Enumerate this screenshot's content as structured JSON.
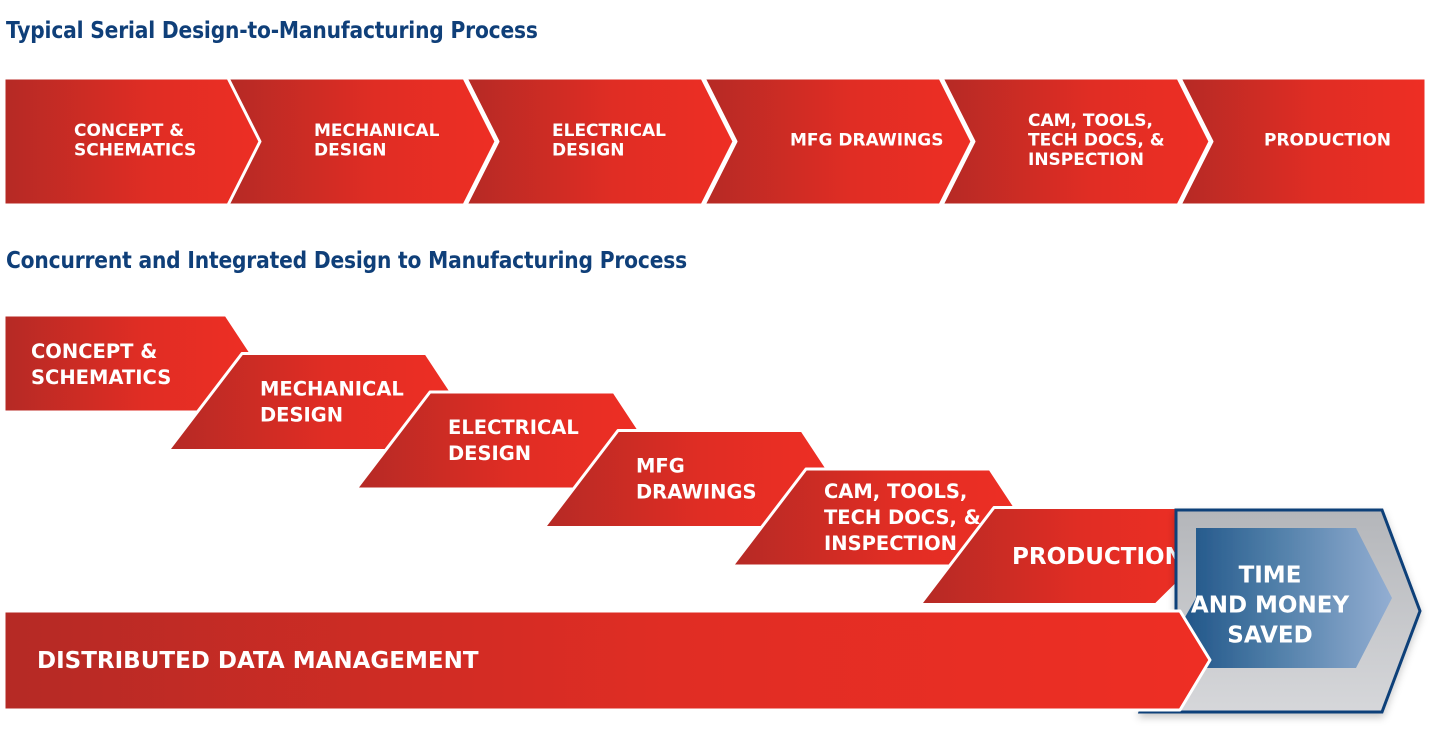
{
  "serial": {
    "title": "Typical Serial Design-to-Manufacturing Process",
    "steps": [
      {
        "lines": [
          "CONCEPT &",
          "SCHEMATICS"
        ]
      },
      {
        "lines": [
          "MECHANICAL",
          "DESIGN"
        ]
      },
      {
        "lines": [
          "ELECTRICAL",
          "DESIGN"
        ]
      },
      {
        "lines": [
          "MFG DRAWINGS"
        ]
      },
      {
        "lines": [
          "CAM, TOOLS,",
          "TECH DOCS, &",
          "INSPECTION"
        ]
      },
      {
        "lines": [
          "PRODUCTION"
        ]
      }
    ]
  },
  "concurrent": {
    "title": "Concurrent and Integrated Design to Manufacturing Process",
    "steps": [
      {
        "lines": [
          "CONCEPT &",
          "SCHEMATICS"
        ]
      },
      {
        "lines": [
          "MECHANICAL",
          "DESIGN"
        ]
      },
      {
        "lines": [
          "ELECTRICAL",
          "DESIGN"
        ]
      },
      {
        "lines": [
          "MFG",
          "DRAWINGS"
        ]
      },
      {
        "lines": [
          "CAM, TOOLS,",
          "TECH DOCS, &",
          "INSPECTION"
        ]
      },
      {
        "lines": [
          "PRODUCTION"
        ]
      }
    ],
    "foundation": {
      "label": "DISTRIBUTED DATA MANAGEMENT"
    },
    "outcome": {
      "lines": [
        "TIME",
        "AND MONEY",
        "SAVED"
      ]
    }
  },
  "colors": {
    "heading": "#0f3f79",
    "red_light": "#ee2e24",
    "red_dark": "#b52a25",
    "blue_dark": "#12497f",
    "blue_light": "#8eaad0",
    "grey": "#c4c6ca",
    "navy_border": "#0f3f79"
  }
}
